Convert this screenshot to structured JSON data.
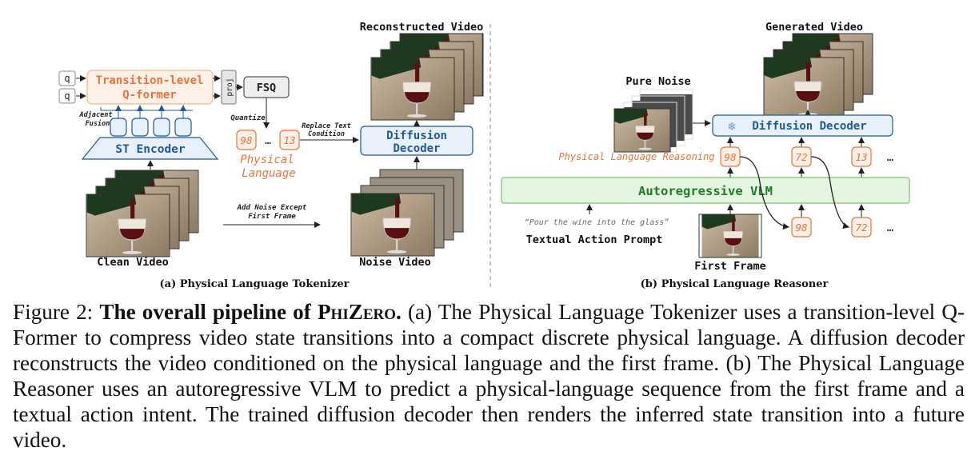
{
  "panel_a": {
    "reconstructed_video": "Reconstructed Video",
    "query_token": "q",
    "qformer_line1": "Transition-level",
    "qformer_line2": "Q-former",
    "proj": "proj",
    "fsq": "FSQ",
    "quantize": "Quantize",
    "adjacent": "Adjacent",
    "fusion": "Fusion",
    "st_encoder": "ST Encoder",
    "token_first": "98",
    "ellipsis": "…",
    "token_last": "13",
    "physical_line1": "Physical",
    "physical_line2": "Language",
    "replace_line1": "Replace Text",
    "replace_line2": "Condition",
    "diffusion_line1": "Diffusion",
    "diffusion_line2": "Decoder",
    "add_noise_line1": "Add Noise Except",
    "add_noise_line2": "First Frame",
    "clean_video": "Clean Video",
    "noise_video": "Noise Video",
    "subcaption": "(a) Physical Language Tokenizer"
  },
  "panel_b": {
    "generated_video": "Generated Video",
    "pure_noise": "Pure Noise",
    "snowflake": "❄",
    "diffusion_decoder": "Diffusion Decoder",
    "reasoning_label": "Physical Language Reasoning",
    "top_tokens": [
      "98",
      "72",
      "13"
    ],
    "bottom_tokens": [
      "98",
      "72"
    ],
    "ellipsis": "…",
    "vlm": "Autoregressive VLM",
    "prompt_quote": "“Pour the wine into the glass”",
    "textual_prompt": "Textual Action Prompt",
    "first_frame": "First Frame",
    "subcaption": "(b) Physical Language Reasoner"
  },
  "caption": {
    "label": "Figure 2:",
    "bold_lead": "The overall pipeline of",
    "model_name": "PhiZero",
    "bold_end": ".",
    "body": "(a) The Physical Language Tokenizer uses a transition-level Q-Former to compress video state transitions into a compact discrete physical language. A diffusion decoder reconstructs the video conditioned on the physical language and the first frame. (b) The Physical Language Reasoner uses an autoregressive VLM to predict a physical-language sequence from the first frame and a textual action intent. The trained diffusion decoder then renders the inferred state transition into a future video."
  },
  "colors": {
    "orange": "#e8743b",
    "orange_fill": "#fdf0e6",
    "blue": "#1f5a96",
    "blue_fill": "#e8f1fb",
    "green": "#1e7a2e",
    "green_fill": "#e4f6df"
  }
}
